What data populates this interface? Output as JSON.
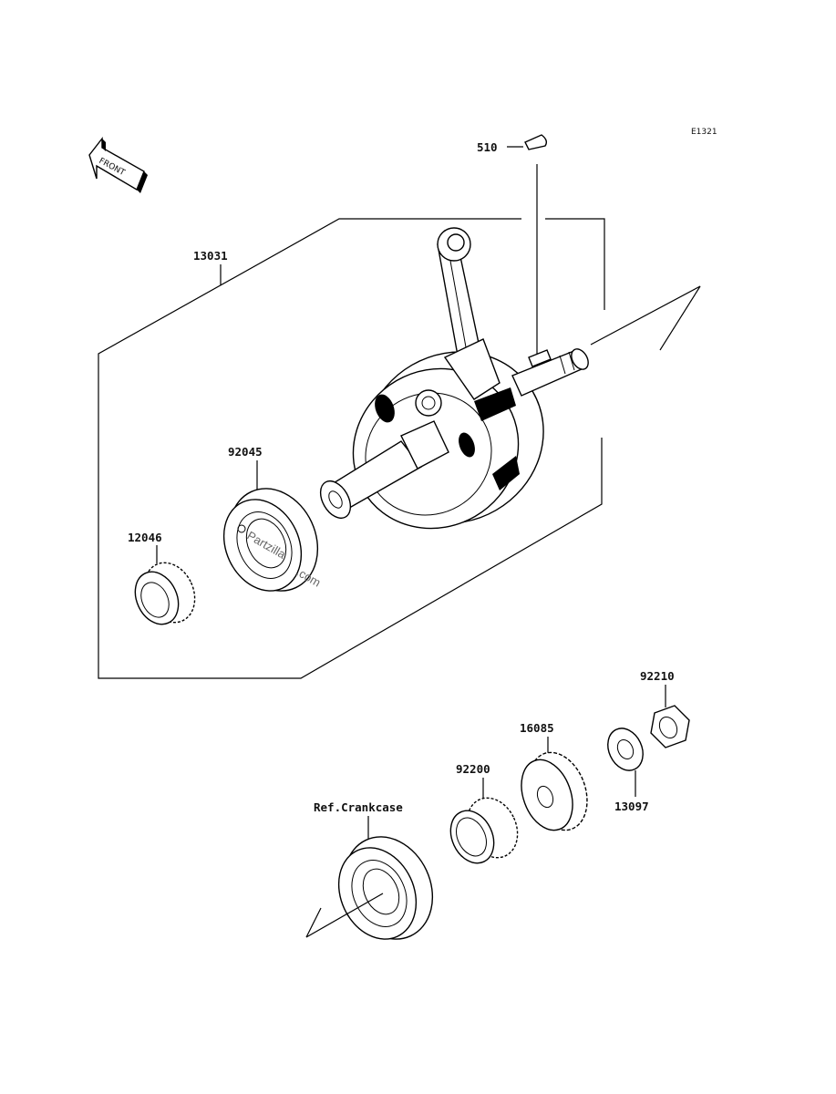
{
  "diagram": {
    "code": "E1321",
    "direction_label": "FRONT",
    "parts": [
      {
        "id": "p510",
        "label": "510"
      },
      {
        "id": "p13031",
        "label": "13031"
      },
      {
        "id": "p92045",
        "label": "92045"
      },
      {
        "id": "p12046",
        "label": "12046"
      },
      {
        "id": "p92210",
        "label": "92210"
      },
      {
        "id": "p13097",
        "label": "13097"
      },
      {
        "id": "p16085",
        "label": "16085"
      },
      {
        "id": "p92200",
        "label": "92200"
      },
      {
        "id": "pref",
        "label": "Ref.Crankcase"
      }
    ],
    "watermark_a": "Partzilla",
    "watermark_b": ".com"
  }
}
